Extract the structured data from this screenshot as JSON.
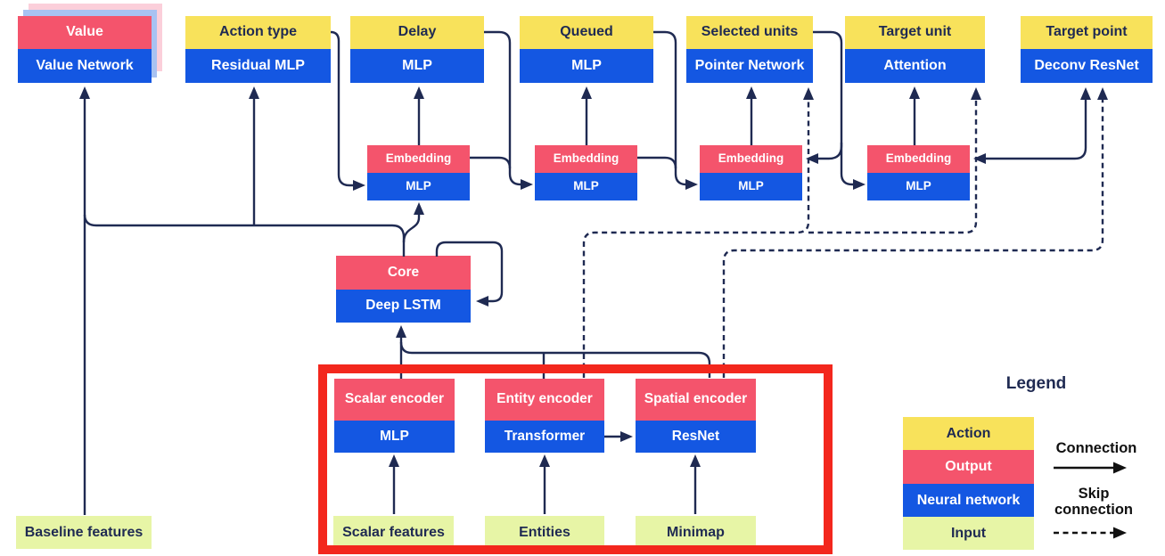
{
  "diagram": {
    "heads": [
      {
        "title": "Value",
        "network": "Value Network"
      },
      {
        "title": "Action type",
        "network": "Residual MLP"
      },
      {
        "title": "Delay",
        "network": "MLP"
      },
      {
        "title": "Queued",
        "network": "MLP"
      },
      {
        "title": "Selected units",
        "network": "Pointer Network"
      },
      {
        "title": "Target unit",
        "network": "Attention"
      },
      {
        "title": "Target point",
        "network": "Deconv ResNet"
      }
    ],
    "embeddings": [
      {
        "title": "Embedding",
        "network": "MLP"
      },
      {
        "title": "Embedding",
        "network": "MLP"
      },
      {
        "title": "Embedding",
        "network": "MLP"
      },
      {
        "title": "Embedding",
        "network": "MLP"
      }
    ],
    "core": {
      "title": "Core",
      "network": "Deep LSTM"
    },
    "encoders": [
      {
        "title": "Scalar encoder",
        "network": "MLP"
      },
      {
        "title": "Entity encoder",
        "network": "Transformer"
      },
      {
        "title": "Spatial encoder",
        "network": "ResNet"
      }
    ],
    "inputs": [
      "Baseline features",
      "Scalar features",
      "Entities",
      "Minimap"
    ]
  },
  "legend": {
    "title": "Legend",
    "items": [
      {
        "label": "Action",
        "color": "#F8E25B"
      },
      {
        "label": "Output",
        "color": "#F4546C"
      },
      {
        "label": "Neural network",
        "color": "#1457E2"
      },
      {
        "label": "Input",
        "color": "#E7F5A6"
      }
    ],
    "connection_label": "Connection",
    "skip_connection_label": "Skip connection"
  },
  "colors": {
    "yellow": "#F8E25B",
    "pink": "#F4546C",
    "blue": "#1457E2",
    "green": "#E7F5A6",
    "navy": "#1F2A52",
    "red": "#F3271D",
    "sheetpink": "#FBCFDA",
    "sheetblue": "#A8C2F2",
    "ink": "#111111"
  }
}
